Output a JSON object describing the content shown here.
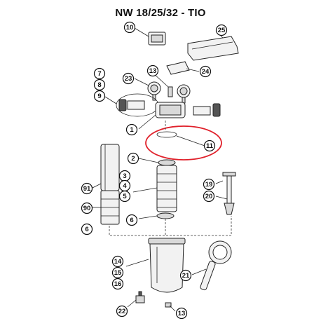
{
  "title": "NW 18/25/32 - TIO",
  "highlight_color": "#e0202a",
  "callouts": [
    {
      "id": "c10",
      "label": "10"
    },
    {
      "id": "c25",
      "label": "25"
    },
    {
      "id": "c24",
      "label": "24"
    },
    {
      "id": "c7",
      "label": "7"
    },
    {
      "id": "c8",
      "label": "8"
    },
    {
      "id": "c9",
      "label": "9"
    },
    {
      "id": "c23",
      "label": "23"
    },
    {
      "id": "c13a",
      "label": "13"
    },
    {
      "id": "c1",
      "label": "1"
    },
    {
      "id": "c11",
      "label": "11"
    },
    {
      "id": "c2",
      "label": "2"
    },
    {
      "id": "c3",
      "label": "3"
    },
    {
      "id": "c4",
      "label": "4"
    },
    {
      "id": "c5",
      "label": "5"
    },
    {
      "id": "c91",
      "label": "91"
    },
    {
      "id": "c90",
      "label": "90"
    },
    {
      "id": "c6a",
      "label": "6"
    },
    {
      "id": "c6b",
      "label": "6"
    },
    {
      "id": "c19",
      "label": "19"
    },
    {
      "id": "c20",
      "label": "20"
    },
    {
      "id": "c14",
      "label": "14"
    },
    {
      "id": "c15",
      "label": "15"
    },
    {
      "id": "c16",
      "label": "16"
    },
    {
      "id": "c21",
      "label": "21"
    },
    {
      "id": "c22",
      "label": "22"
    },
    {
      "id": "c13b",
      "label": "13"
    }
  ]
}
